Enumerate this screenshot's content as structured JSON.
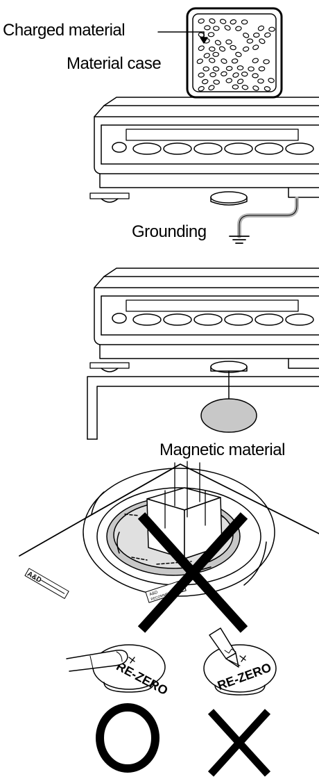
{
  "figure1": {
    "charged_material": "Charged material",
    "material_case": "Material case",
    "grounding": "Grounding"
  },
  "figure2": {
    "magnetic_material": "Magnetic material"
  },
  "figure3": {
    "brand_logo": "A&D",
    "tiny_label_logo": "A&D",
    "tiny_label_line": "RECOMMENDED"
  },
  "figure4": {
    "key_label_left": "RE-ZERO",
    "key_label_right": "RE-ZERO",
    "correct_mark": "circle",
    "incorrect_mark": "cross"
  },
  "colors": {
    "ink": "#000000",
    "gray_fill": "#c8c8c8",
    "light_gray": "#e0e0e0",
    "background": "#ffffff"
  }
}
